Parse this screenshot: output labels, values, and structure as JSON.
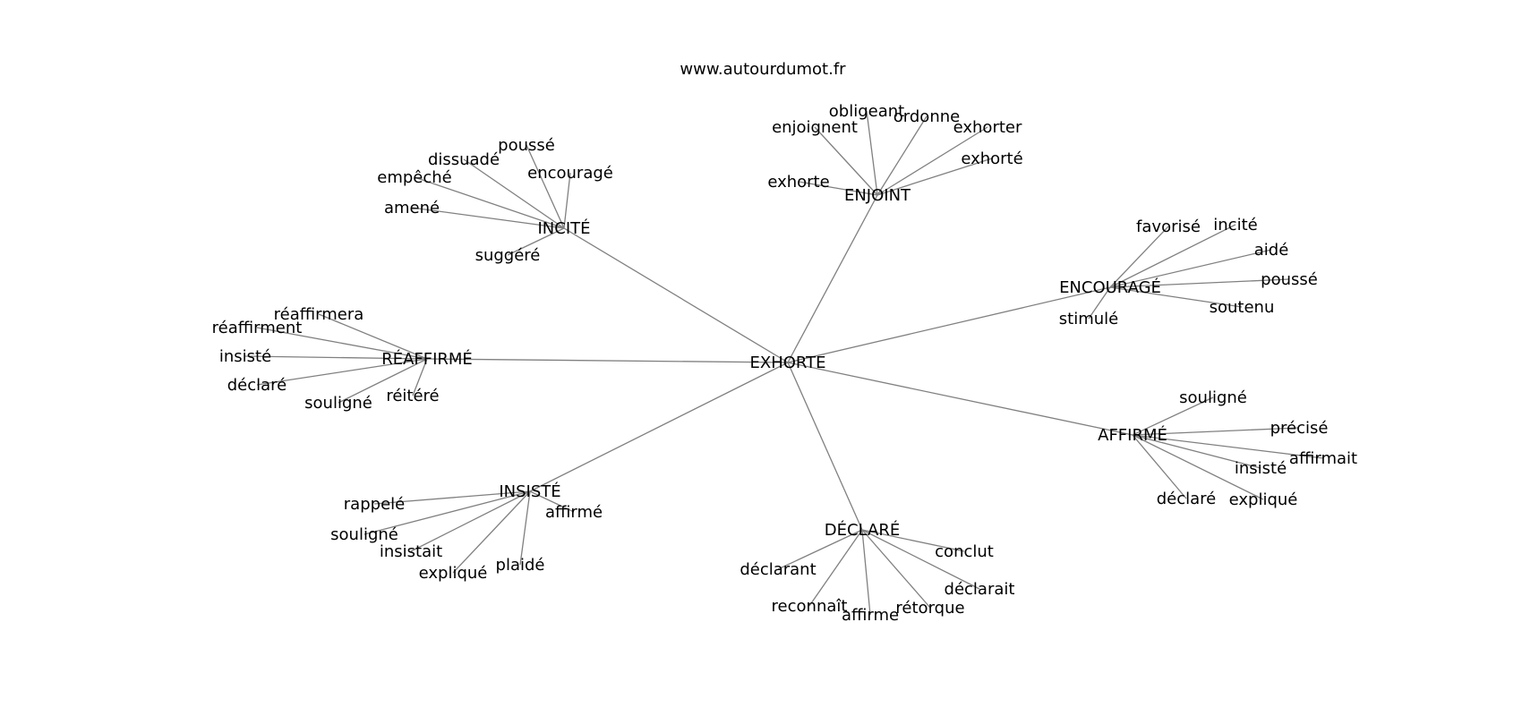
{
  "header": {
    "site": "www.autourdumot.fr"
  },
  "graph": {
    "center": "EXHORTE",
    "groups": [
      {
        "hub": "INCITÉ",
        "leaves": [
          "poussé",
          "dissuadé",
          "empêché",
          "encouragé",
          "amené",
          "suggéré"
        ]
      },
      {
        "hub": "ENJOINT",
        "leaves": [
          "obligeant",
          "ordonne",
          "enjoignent",
          "exhorter",
          "exhorté",
          "exhorte"
        ]
      },
      {
        "hub": "ENCOURAGÉ",
        "leaves": [
          "favorisé",
          "incité",
          "aidé",
          "poussé",
          "soutenu",
          "stimulé"
        ]
      },
      {
        "hub": "RÉAFFIRMÉ",
        "leaves": [
          "réaffirmera",
          "réaffirment",
          "insisté",
          "déclaré",
          "souligné",
          "réitéré"
        ]
      },
      {
        "hub": "AFFIRMÉ",
        "leaves": [
          "souligné",
          "précisé",
          "affirmait",
          "insisté",
          "déclaré",
          "expliqué"
        ]
      },
      {
        "hub": "INSISTÉ",
        "leaves": [
          "rappelé",
          "affirmé",
          "souligné",
          "insistait",
          "expliqué",
          "plaidé"
        ]
      },
      {
        "hub": "DÉCLARÉ",
        "leaves": [
          "conclut",
          "déclarant",
          "déclarait",
          "reconnaît",
          "rétorque",
          "affirme"
        ]
      }
    ]
  }
}
